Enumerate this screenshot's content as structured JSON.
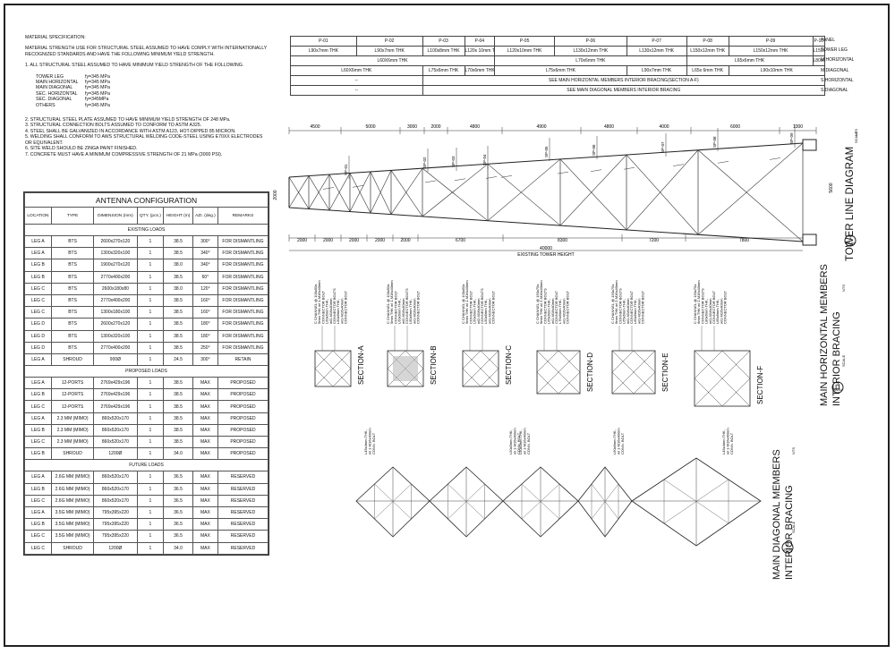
{
  "specs": {
    "title": "MATERIAL SPECIFICATION:",
    "intro": "MATERIAL STRENGTH USE FOR STRUCTURAL STEEL ASSUMED TO HAVE COMPLY WITH INTERNATIONALLY RECOGNIZED STANDARDS AND HAVE THE FOLLOWING MINIMUM YIELD STRENGTH.",
    "item1": "1.   ALL STRUCTURAL STEEL ASSUMED TO HAVE MINIMUM YIELD STRENGTH OF THE FOLLOWING.",
    "strengths": [
      {
        "k": "TOWER LEG",
        "v": "fy=345 MPa"
      },
      {
        "k": "MAIN HORIZONTAL",
        "v": "fy=345 MPa"
      },
      {
        "k": "MAIN DIAGONAL",
        "v": "fy=345 MPa"
      },
      {
        "k": "SEC. HORIZONTAL",
        "v": "fy=345 MPa"
      },
      {
        "k": "SEC. DIAGONAL",
        "v": "fy=345MPa"
      },
      {
        "k": "OTHERS",
        "v": "fy=345 MPa"
      }
    ],
    "notes": [
      "2.   STRUCTURAL STEEL PLATE ASSUMED TO HAVE MINIMUM YIELD STRENGTH OF 248 MPa.",
      "3.   STRUCTURAL CONNECTION BOLTS ASSUMED TO CONFORM TO ASTM A325.",
      "4.   STEEL SHALL BE GALVANIZED IN ACCORDANCE WITH ASTM A123, HOT-DIPPED 85 MICRON.",
      "5.   WELDING SHALL CONFORM TO AWS STRUCTURAL WELDING CODE-STEEL USING E70XX ELECTRODES OR EQUIVALENT.",
      "6.   SITE WELD SHOULD BE ZINGA PAINT FINISHED.",
      "7.   CONCRETE MUST HAVE A MINIMUM COMPRESSIVE STRENGTH OF 21 MPa (3000 PSI)."
    ]
  },
  "antenna": {
    "title": "ANTENNA CONFIGURATION",
    "headers": [
      "LOCATION",
      "TYPE",
      "DIMENSION (mm)",
      "QTY. (pcs.)",
      "HEIGHT (m)",
      "AZI. (deg.)",
      "REMARKS"
    ],
    "sections": [
      {
        "label": "EXISTING LOADS",
        "rows": [
          [
            "LEG A",
            "BTS",
            "2600x270x120",
            "1",
            "38.5",
            "300°",
            "FOR DISMANTLING"
          ],
          [
            "LEG A",
            "BTS",
            "1300x320x100",
            "1",
            "38.5",
            "340°",
            "FOR DISMANTLING"
          ],
          [
            "LEG B",
            "BTS",
            "1900x270x120",
            "1",
            "38.0",
            "340°",
            "FOR DISMANTLING"
          ],
          [
            "LEG B",
            "BTS",
            "2770x400x200",
            "1",
            "38.5",
            "60°",
            "FOR DISMANTLING"
          ],
          [
            "LEG C",
            "BTS",
            "2600x180x80",
            "1",
            "38.0",
            "120°",
            "FOR DISMANTLING"
          ],
          [
            "LEG C",
            "BTS",
            "2770x400x200",
            "1",
            "38.5",
            "160°",
            "FOR DISMANTLING"
          ],
          [
            "LEG C",
            "BTS",
            "1300x180x100",
            "1",
            "38.5",
            "160°",
            "FOR DISMANTLING"
          ],
          [
            "LEG D",
            "BTS",
            "2600x270x120",
            "1",
            "38.5",
            "180°",
            "FOR DISMANTLING"
          ],
          [
            "LEG D",
            "BTS",
            "1300x320x100",
            "1",
            "38.5",
            "180°",
            "FOR DISMANTLING"
          ],
          [
            "LEG D",
            "BTS",
            "2770x400x200",
            "1",
            "38.5",
            "250°",
            "FOR DISMANTLING"
          ],
          [
            "LEG A",
            "SHROUD",
            "900Ø",
            "1",
            "24.5",
            "300°",
            "RETAIN"
          ]
        ]
      },
      {
        "label": "PROPOSED LOADS",
        "rows": [
          [
            "LEG A",
            "12-PORTS",
            "2769x429x196",
            "1",
            "38.5",
            "MAX",
            "PROPOSED"
          ],
          [
            "LEG B",
            "12-PORTS",
            "2769x429x196",
            "1",
            "38.5",
            "MAX",
            "PROPOSED"
          ],
          [
            "LEG C",
            "12-PORTS",
            "2769x429x196",
            "1",
            "38.5",
            "MAX",
            "PROPOSED"
          ],
          [
            "LEG A",
            "2.3 MM (MIMO)",
            "860x520x170",
            "1",
            "38.5",
            "MAX",
            "PROPOSED"
          ],
          [
            "LEG B",
            "2.3 MM (MIMO)",
            "860x520x170",
            "1",
            "38.5",
            "MAX",
            "PROPOSED"
          ],
          [
            "LEG C",
            "2.3 MM (MIMO)",
            "860x520x170",
            "1",
            "38.5",
            "MAX",
            "PROPOSED"
          ],
          [
            "LEG B",
            "SHROUD",
            "1200Ø",
            "1",
            "34.0",
            "MAX",
            "PROPOSED"
          ]
        ]
      },
      {
        "label": "FUTURE LOADS",
        "rows": [
          [
            "LEG A",
            "2.6G MM (MIMO)",
            "860x520x170",
            "1",
            "36.5",
            "MAX",
            "RESERVED"
          ],
          [
            "LEG B",
            "2.6G MM (MIMO)",
            "860x520x170",
            "1",
            "36.5",
            "MAX",
            "RESERVED"
          ],
          [
            "LEG C",
            "2.6G MM (MIMO)",
            "860x520x170",
            "1",
            "36.5",
            "MAX",
            "RESERVED"
          ],
          [
            "LEG A",
            "3.5G MM (MIMO)",
            "795x395x220",
            "1",
            "36.5",
            "MAX",
            "RESERVED"
          ],
          [
            "LEG B",
            "3.5G MM (MIMO)",
            "795x395x220",
            "1",
            "36.5",
            "MAX",
            "RESERVED"
          ],
          [
            "LEG C",
            "3.5G MM (MIMO)",
            "795x395x220",
            "1",
            "36.5",
            "MAX",
            "RESERVED"
          ],
          [
            "LEG C",
            "SHROUD",
            "1200Ø",
            "1",
            "34.0",
            "MAX",
            "RESERVED"
          ]
        ]
      }
    ]
  },
  "panel_table": {
    "panels": [
      "P-01",
      "P-02",
      "P-03",
      "P-04",
      "P-05",
      "P-06",
      "P-07",
      "P-08",
      "P-09",
      "P-10"
    ],
    "legs": [
      "L90x7mm THK",
      "L90x7mm THK",
      "L100x8mm THK",
      "L120x 10mm THK",
      "L120x10mm THK",
      "L130x12mm THK",
      "L130x12mm THK",
      "L150x12mm THK",
      "L150x12mm THK",
      "L150x 15mm THK"
    ],
    "mh": [
      "L60X6mm THK",
      "L70x6mm THK",
      "L65x6mm THK",
      "L80x6mm THK"
    ],
    "md": [
      "L60X6mm THK",
      "L75x6mm THK",
      "L70x6mm THK",
      "L75x6mm THK",
      "L90x7mm THK",
      "L65x 6mm THK",
      "L90x10mm THK"
    ],
    "sh": [
      "--",
      "SEE MAIN HORIZONTAL MEMBERS INTERIOR BRACING(SECTION A-F)"
    ],
    "sd": [
      "--",
      "SEE MAIN DIAGONAL MEMBERS INTERIOR BRACING"
    ],
    "row_labels": [
      "PANEL",
      "TOWER LEG",
      "M.HORIZONTAL",
      "M.DIAGONAL",
      "S.HORIZONTAL",
      "S.DIAGONAL"
    ]
  },
  "tower": {
    "top_dims": [
      "4500",
      "5000",
      "3000",
      "2000",
      "4800",
      "4900",
      "4800",
      "4000",
      "6000",
      "1300"
    ],
    "bottom_dims": [
      "2000",
      "2000",
      "2000",
      "2000",
      "2000",
      "6700",
      "8300",
      "7200",
      "7800"
    ],
    "total": "40000",
    "total_label": "EXISTING TOWER HEIGHT",
    "left_height": "2000",
    "right_height": "5600",
    "splice_labels": [
      "SP-01",
      "SP-02",
      "SP-03",
      "SP-04",
      "SP-05",
      "SP-06",
      "SP-07",
      "SP-08",
      "SP-09"
    ],
    "title": "TOWER LINE DIAGRAM",
    "scale": "SCALE",
    "nts": "NTS",
    "ref": "AS-04",
    "num": "1"
  },
  "sections": {
    "names": [
      "SECTION-A",
      "SECTION-B",
      "SECTION-C",
      "SECTION-D",
      "SECTION-E",
      "SECTION-F"
    ],
    "notes": [
      [
        "C CHANNEL @ 100x50x",
        "5mm THK w/ 1-M16x40mm",
        "CONNECTOR BOLT",
        "L60x6mm THK,",
        "w/2-M16x40mm",
        "CONNECTOR BOLTS",
        "L50x6mm THK,",
        "w/1-M16x40mm",
        "CONNECTOR BOLT"
      ],
      [
        "C CHANNEL @ 100x50x",
        "5mm THK w/ 1-M16x40mm",
        "CONNECTOR BOLT",
        "L60x6mm THK,",
        "w/2-M16x40mm",
        "CONNECTOR BOLTS",
        "L50x6mm THK,",
        "w/1-M16x40mm",
        "CONNECTOR BOLT"
      ],
      [
        "C CHANNEL @ 100x50x",
        "5mm THK w/ 1-M16x40mm",
        "CONNECTOR BOLT",
        "L60x6mm THK,",
        "w/2-M16x40mm",
        "CONNECTOR BOLTS",
        "L50x6mm THK,",
        "w/1-M16x40mm",
        "CONNECTOR BOLT"
      ],
      [
        "C CHANNEL @ 150x75x",
        "6mm THK w/ 2-M16x40mm",
        "CONNECTOR BOLTS",
        "L65x6mm THK,",
        "w/1-M16x40mm",
        "CONNECTOR BOLT",
        "L75x6mm THK,",
        "w/1-M16x40mm",
        "CONNECTOR BOLT"
      ],
      [
        "C CHANNEL @ 150x75x",
        "6mm THK w/ 2-M16x40mm",
        "CONNECTOR BOLTS",
        "L65x6mm THK,",
        "w/1-M16x40mm",
        "CONNECTOR BOLT",
        "L60x6mm THK,",
        "w/1-M16x40mm",
        "CONNECTOR BOLT"
      ],
      [
        "C CHANNEL @ 150x75x",
        "6mm THK w/ 2-M16x40mm",
        "CONNECTOR BOLTS",
        "L80x6mm THK,",
        "w/1-M16x40mm",
        "CONNECTOR BOLT",
        "L65x6mm THK,",
        "w/1-M16x40mm",
        "CONNECTOR BOLT"
      ]
    ],
    "title1": "MAIN HORIZONTAL MEMBERS",
    "title2": "INTERIOR BRACING",
    "scale": "SCALE",
    "nts": "NTS",
    "ref": "AS-04",
    "num": "2"
  },
  "diagonal": {
    "notes": [
      [
        "L45x4mm THK,",
        "w/ 1-M16x40mm",
        "CONN. BOLT"
      ],
      [
        "L50x5mm THK,",
        "w/ 1-M16x40mm",
        "CONN. BOLT"
      ],
      [
        "L50x5mm THK,",
        "w/ 1-M16x40mm",
        "CONN. BOLT"
      ],
      [
        "L60x6mm THK,",
        "w/ 1-M16x40mm",
        "CONN. BOLT"
      ],
      [
        "L45x4mm THK,",
        "w/ 1-M16x40mm",
        "CONN. BOLT"
      ]
    ],
    "title1": "MAIN DIAGONAL MEMBERS",
    "title2": "INTERIOR BRACING",
    "scale": "SCALE",
    "nts": "NTS",
    "ref": "AS-04",
    "num": "3"
  }
}
